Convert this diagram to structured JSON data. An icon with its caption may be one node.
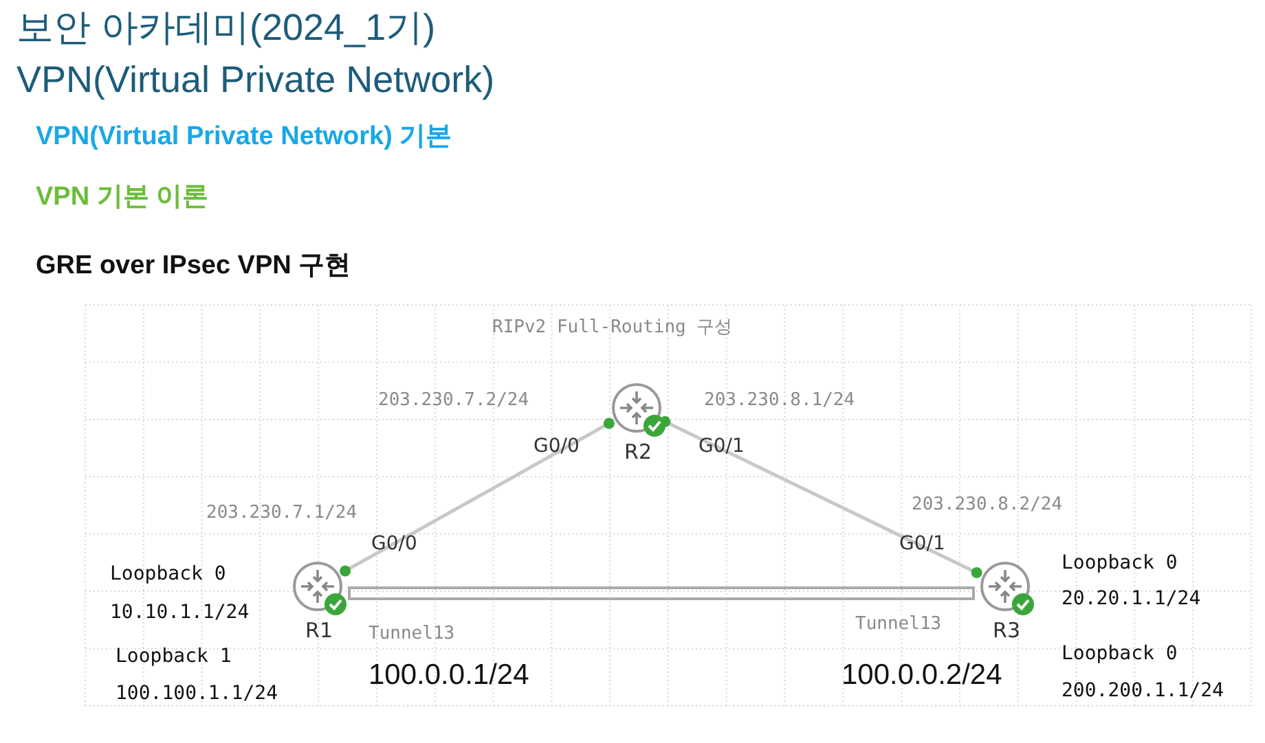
{
  "diagram": {
    "title": "보안 아카데미(2024_1기)",
    "nodes": [
      {
        "text": [
          "R1"
        ]
      },
      {
        "text": [
          "R2"
        ]
      },
      {
        "text": [
          "R3"
        ]
      }
    ],
    "edges": [
      {
        "from": 0,
        "to": 1,
        "arrow": "none"
      },
      {
        "from": 1,
        "to": 2,
        "arrow": "none"
      },
      {
        "from": 0,
        "to": 2,
        "arrow": "none",
        "style": "thick"
      }
    ],
    "labels": [
      "VPN(Virtual Private Network)",
      "VPN(Virtual Private Network) 기본",
      "VPN 기본 이론",
      "GRE over IPsec VPN 구현",
      "RIPv2 Full-Routing 구성",
      "203.230.7.2/24",
      "203.230.8.1/24",
      "G0/0",
      "G0/1",
      "203.230.7.1/24",
      "203.230.8.2/24",
      "G0/0",
      "G0/1",
      "Loopback 0",
      "Loopback 0",
      "10.10.1.1/24",
      "20.20.1.1/24",
      "Tunnel13",
      "Tunnel13",
      "Loopback 1",
      "Loopback 0",
      "100.0.0.1/24",
      "100.0.0.2/24",
      "100.100.1.1/24",
      "200.200.1.1/24"
    ]
  }
}
